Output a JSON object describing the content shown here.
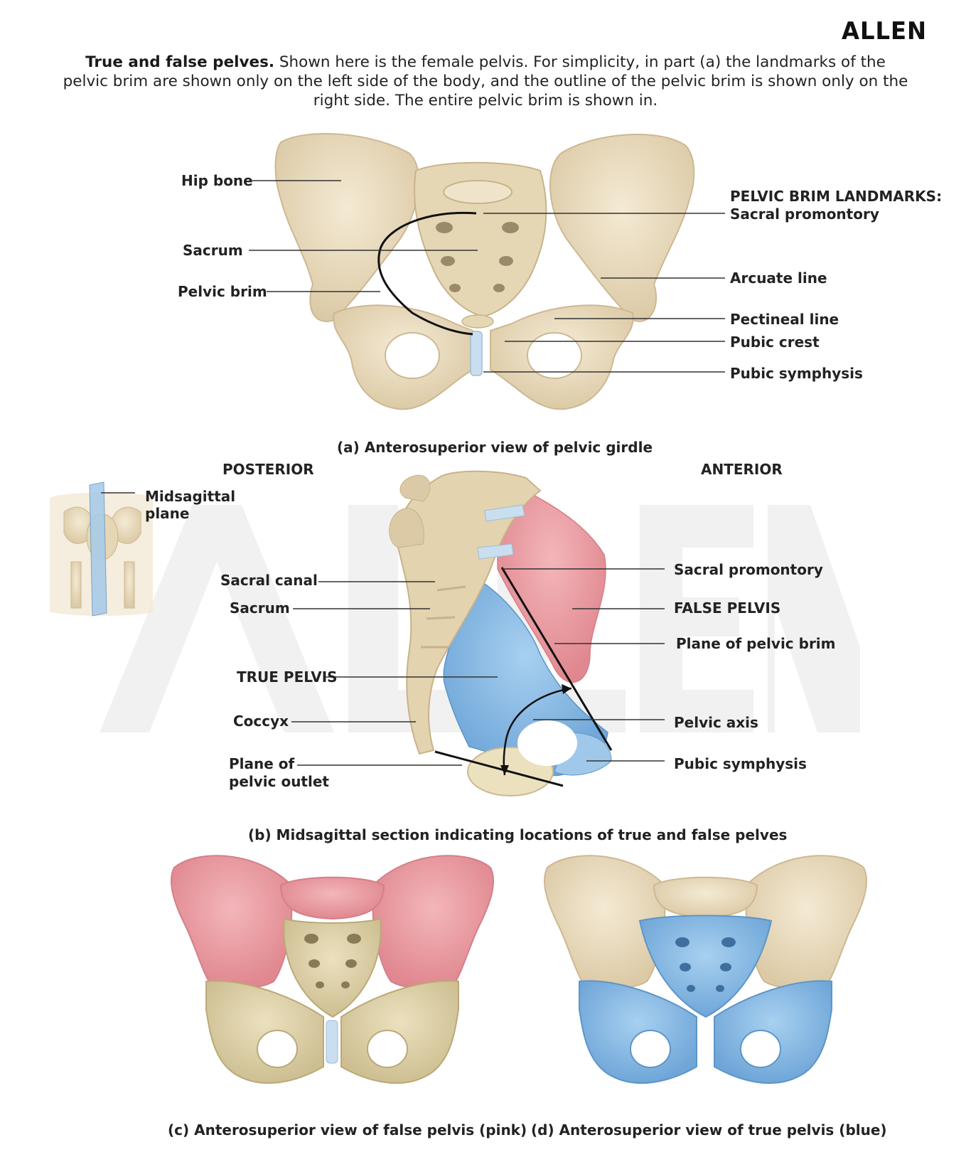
{
  "logo": "ALLEN",
  "intro": {
    "bold": "True and false pelves.",
    "text": " Shown here is the female pelvis. For simplicity, in part (a) the landmarks of the pelvic brim are shown only on the left side of the body, and the outline of the pelvic brim is shown only on the right side. The entire pelvic brim is shown in."
  },
  "panel_a": {
    "labels": {
      "hip_bone": "Hip bone",
      "sacrum": "Sacrum",
      "pelvic_brim": "Pelvic brim",
      "landmarks_heading": "PELVIC BRIM LANDMARKS:",
      "sacral_promontory": "Sacral promontory",
      "arcuate_line": "Arcuate line",
      "pectineal_line": "Pectineal line",
      "pubic_crest": "Pubic crest",
      "pubic_symphysis": "Pubic symphysis"
    },
    "caption": "(a) Anterosuperior view of pelvic girdle"
  },
  "panel_b": {
    "labels": {
      "posterior": "POSTERIOR",
      "anterior": "ANTERIOR",
      "midsagittal_1": "Midsagittal",
      "midsagittal_2": "plane",
      "sacral_canal": "Sacral canal",
      "sacrum": "Sacrum",
      "true_pelvis": "TRUE PELVIS",
      "coccyx": "Coccyx",
      "plane_outlet_1": "Plane of",
      "plane_outlet_2": "pelvic outlet",
      "sacral_promontory": "Sacral promontory",
      "false_pelvis": "FALSE PELVIS",
      "plane_brim": "Plane of pelvic brim",
      "pelvic_axis": "Pelvic axis",
      "pubic_symphysis": "Pubic symphysis"
    },
    "caption": "(b) Midsagittal section indicating locations of true and false pelves"
  },
  "panel_c": {
    "caption": "(c) Anterosuperior view of false pelvis (pink)"
  },
  "panel_d": {
    "caption": "(d) Anterosuperior view of true pelvis (blue)"
  },
  "colors": {
    "bone": "#e9dcc0",
    "bone_shade": "#d2c09c",
    "false_pelvis_pink": "#e8a2a8",
    "true_pelvis_blue": "#8fbfe6",
    "cartilage": "#c9dff0",
    "label_line": "#333333"
  }
}
